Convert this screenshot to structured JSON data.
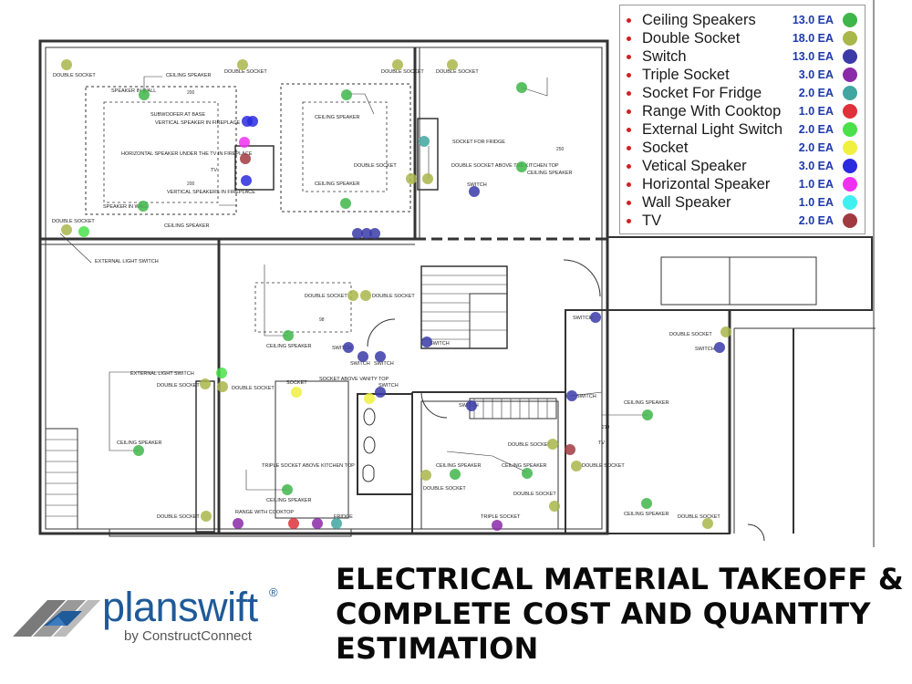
{
  "legend": [
    {
      "name": "Ceiling Speakers",
      "qty": "13.0 EA",
      "color": "#3fb64a",
      "qty_color": "#1e3aa8"
    },
    {
      "name": "Double Socket",
      "qty": "18.0 EA",
      "color": "#a9b64a",
      "qty_color": "#1e3aa8"
    },
    {
      "name": "Switch",
      "qty": "13.0 EA",
      "color": "#3a3aa8",
      "qty_color": "#1e3aa8"
    },
    {
      "name": "Triple Socket",
      "qty": "3.0 EA",
      "color": "#8a2aa8",
      "qty_color": "#1e3aa8"
    },
    {
      "name": "Socket For Fridge",
      "qty": "2.0 EA",
      "color": "#3fa6a0",
      "qty_color": "#1e3aa8"
    },
    {
      "name": "Range With Cooktop",
      "qty": "1.0 EA",
      "color": "#e0303a",
      "qty_color": "#1e3aa8"
    },
    {
      "name": "External Light Switch",
      "qty": "2.0 EA",
      "color": "#4ae04a",
      "qty_color": "#1e3aa8"
    },
    {
      "name": "Socket",
      "qty": "2.0 EA",
      "color": "#f0f040",
      "qty_color": "#1e3aa8"
    },
    {
      "name": "Vetical Speaker",
      "qty": "3.0 EA",
      "color": "#2a2ae0",
      "qty_color": "#1e3aa8"
    },
    {
      "name": "Horizontal Speaker",
      "qty": "1.0 EA",
      "color": "#f030f0",
      "qty_color": "#1e3aa8"
    },
    {
      "name": "Wall Speaker",
      "qty": "1.0 EA",
      "color": "#40f0f0",
      "qty_color": "#1e3aa8"
    },
    {
      "name": "TV",
      "qty": "2.0 EA",
      "color": "#a03a40",
      "qty_color": "#1e3aa8"
    }
  ],
  "headline": {
    "line1": "ELECTRICAL MATERIAL TAKEOFF &",
    "line2": "COMPLETE COST AND QUANTITY",
    "line3": "ESTIMATION"
  },
  "logo": {
    "word": "planswift",
    "reg": "®",
    "sub": "by ConstructConnect"
  },
  "plan_labels": {
    "double_socket": "DOUBLE SOCKET",
    "ceiling_speaker": "CEILING SPEAKER",
    "speaker_in_wall": "SPEAKER IN WALL",
    "subwoofer": "SUBWOOFER AT BASE",
    "vertical_speaker": "VERTICAL SPEAKER IN FIREPLACE",
    "horizontal_speaker": "HORIZONTAL SPEAKER UNDER THE TV IN FIREPLACE",
    "tv": "TV",
    "vertical_speakers": "VERTICAL SPEAKERS IN FIREPLACE",
    "socket_for_fridge": "SOCKET FOR FRIDGE",
    "ds_above_kitchen": "DOUBLE SOCKET ABOVE THE KITCHEN TOP",
    "switch": "SWITCH",
    "external_light_switch": "EXTERNAL LIGHT SWITCH",
    "socket": "SOCKET",
    "socket_vanity": "SOCKET ABOVE VANITY TOP",
    "triple_socket_kitchen": "TRIPLE SOCKET ABOVE KITCHEN TOP",
    "range_cooktop": "RANGE WITH COOKTOP",
    "fridge": "FRIDGE",
    "triple_socket": "TRIPLE SOCKET",
    "dim_200": "200",
    "dim_219": "219",
    "dim_98": "98",
    "dim_250": "250"
  },
  "markers": {
    "ceiling_speakers": 13,
    "double_sockets": 18,
    "switches": 13,
    "triple_sockets": 3,
    "fridge_sockets": 2,
    "range_cooktop": 1,
    "external_light_switch": 2,
    "sockets": 2,
    "vertical_speakers": 3,
    "horizontal_speaker": 1,
    "wall_speaker": 1,
    "tv": 2
  }
}
